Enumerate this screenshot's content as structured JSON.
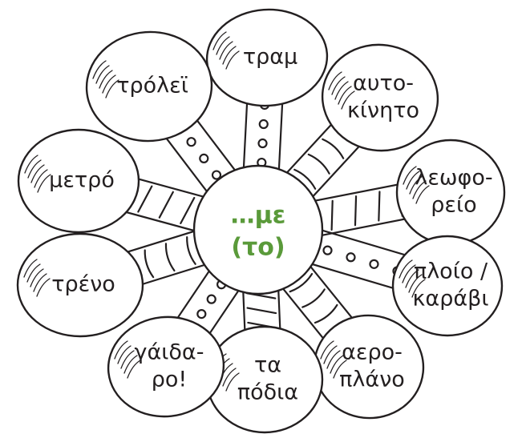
{
  "center": {
    "line1": "…με",
    "line2": "(το)",
    "color": "#5a9a3a"
  },
  "petals": [
    {
      "id": "tram",
      "lines": [
        "τραμ"
      ]
    },
    {
      "id": "car",
      "lines": [
        "αυτο-",
        "κίνητο"
      ]
    },
    {
      "id": "bus",
      "lines": [
        "λεωφο-",
        "ρείο"
      ]
    },
    {
      "id": "ship",
      "lines": [
        "πλοίο /",
        "καράβι"
      ]
    },
    {
      "id": "airplane",
      "lines": [
        "αερο-",
        "πλάνο"
      ]
    },
    {
      "id": "on-foot",
      "lines": [
        "τα",
        "πόδια"
      ]
    },
    {
      "id": "donkey",
      "lines": [
        "γάιδα-",
        "ρο!"
      ]
    },
    {
      "id": "train",
      "lines": [
        "τρένο"
      ]
    },
    {
      "id": "metro",
      "lines": [
        "μετρό"
      ]
    },
    {
      "id": "trolley",
      "lines": [
        "τρόλεϊ"
      ]
    }
  ],
  "colors": {
    "ink": "#231f20",
    "background": "#ffffff"
  }
}
